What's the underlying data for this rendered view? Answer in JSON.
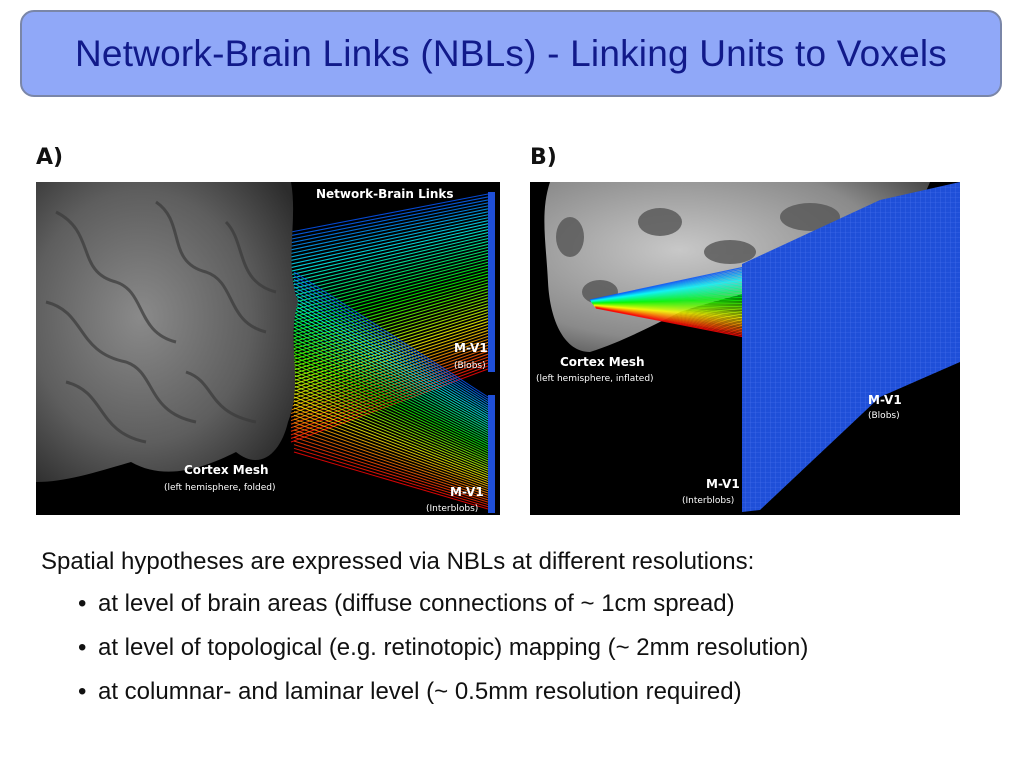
{
  "title": "Network-Brain Links (NBLs) - Linking Units to Voxels",
  "panel_a": {
    "label": "A)",
    "header": "Network-Brain Links",
    "mv1_blobs": "M-V1",
    "mv1_blobs_sub": "(Blobs)",
    "cortex": "Cortex Mesh",
    "cortex_sub": "(left hemisphere, folded)",
    "mv1_inter": "M-V1",
    "mv1_inter_sub": "(Interblobs)"
  },
  "panel_b": {
    "label": "B)",
    "cortex": "Cortex Mesh",
    "cortex_sub": "(left hemisphere, inflated)",
    "mv1_blobs": "M-V1",
    "mv1_blobs_sub": "(Blobs)",
    "mv1_inter": "M-V1",
    "mv1_inter_sub": "(Interblobs)"
  },
  "intro": "Spatial hypotheses are expressed via NBLs at different resolutions:",
  "bullets": [
    "at level of brain areas (diffuse connections of ~ 1cm spread)",
    "at level of topological (e.g. retinotopic) mapping (~ 2mm resolution)",
    "at columnar- and laminar level (~ 0.5mm resolution required)"
  ],
  "colors": {
    "title_bg": "#90a8f8",
    "title_text": "#111a8a",
    "voxel_blue": "#1f4fd8"
  }
}
